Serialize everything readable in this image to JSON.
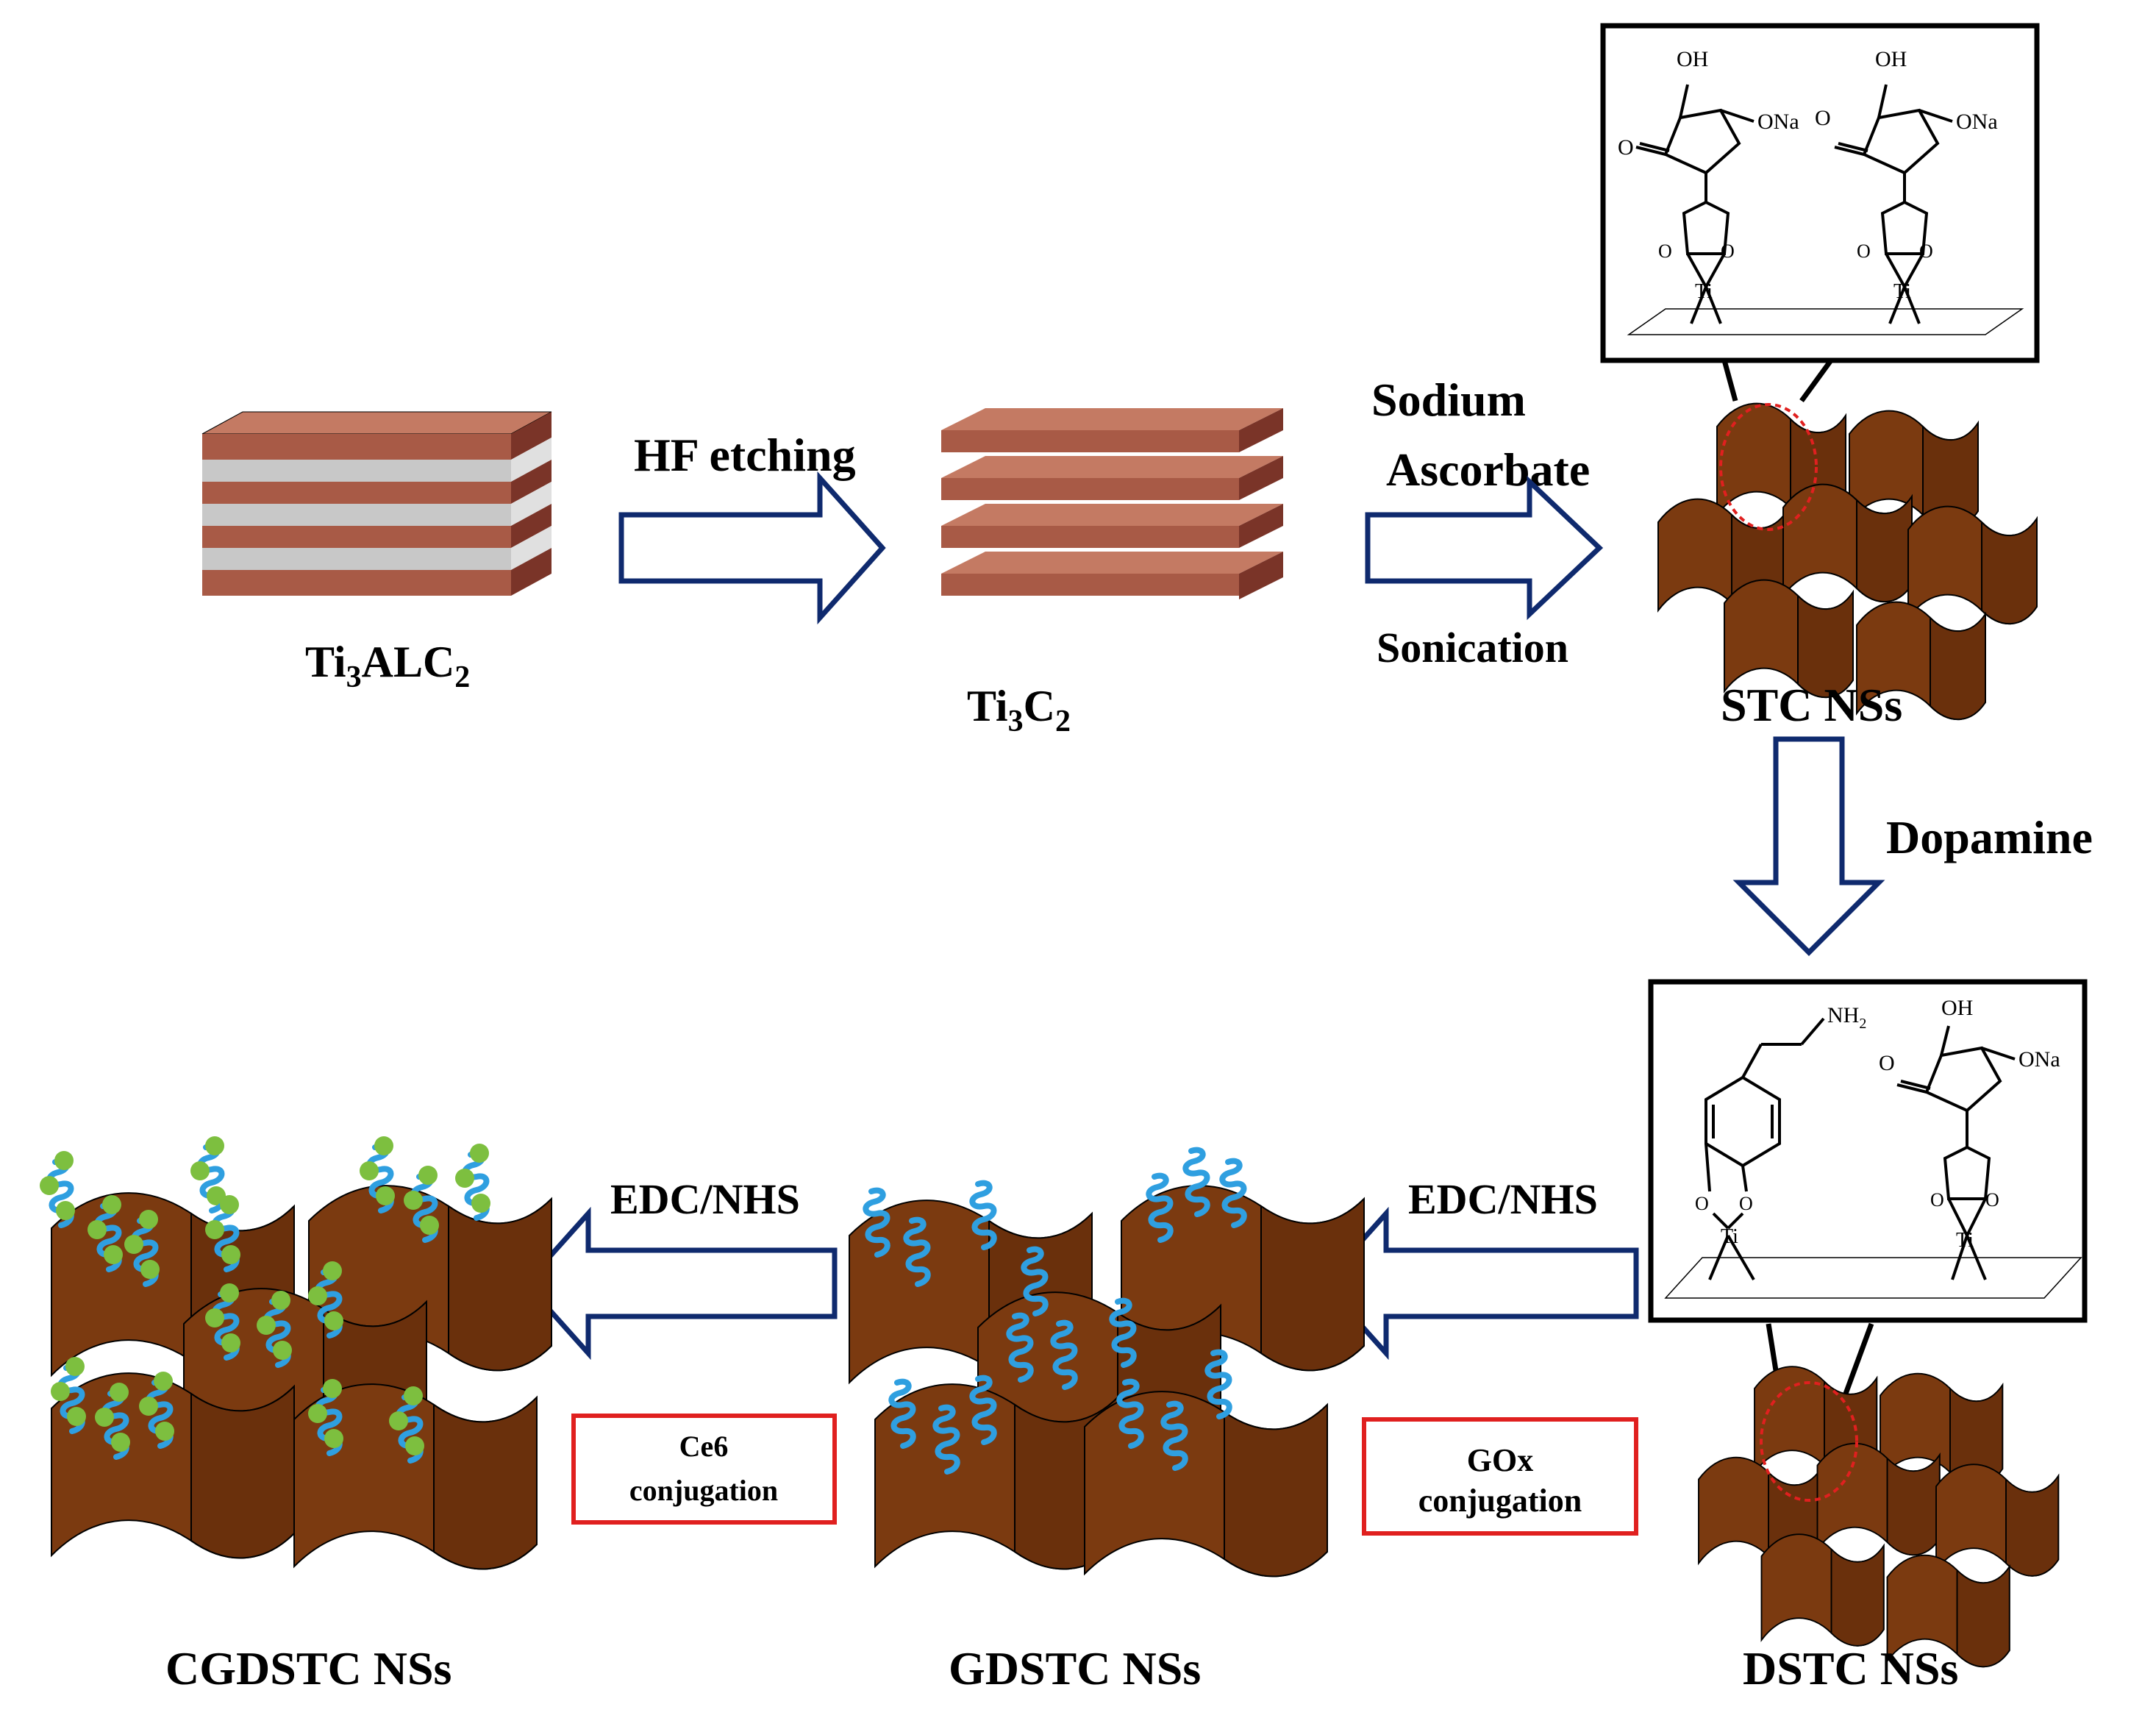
{
  "materials": {
    "ti3alc2": {
      "base": "Ti",
      "sub1": "3",
      "mid": "ALC",
      "sub2": "2"
    },
    "ti3c2": {
      "base": "Ti",
      "sub1": "3",
      "mid": "C",
      "sub2": "2"
    },
    "stc": "STC NSs",
    "dstc": "DSTC NSs",
    "gdstc": "GDSTC NSs",
    "cgdstc": "CGDSTC NSs"
  },
  "steps": {
    "hf": "HF etching",
    "sodium": "Sodium",
    "ascorbate": "Ascorbate",
    "sonication": "Sonication",
    "dopamine": "Dopamine",
    "edc1": "EDC/NHS",
    "edc2": "EDC/NHS"
  },
  "boxes": {
    "gox_line1": "GOx",
    "gox_line2": "conjugation",
    "ce6_line1": "Ce6",
    "ce6_line2": "conjugation"
  },
  "chem": {
    "oh": "OH",
    "ona": "ONa",
    "o": "O",
    "ti": "Ti",
    "nh2": "NH",
    "nh2_sub": "2"
  },
  "colors": {
    "arrow": "#0f2a6e",
    "sheet": "#7b3a10",
    "slab_top": "#c47a63",
    "slab_front": "#a85a46",
    "slab_side": "#7a3428",
    "al_layer": "#c8c8c8",
    "gox": "#2f9fe0",
    "ce6": "#7dbf3f",
    "box_red": "#e0201f",
    "circle_red": "#e0201f"
  }
}
